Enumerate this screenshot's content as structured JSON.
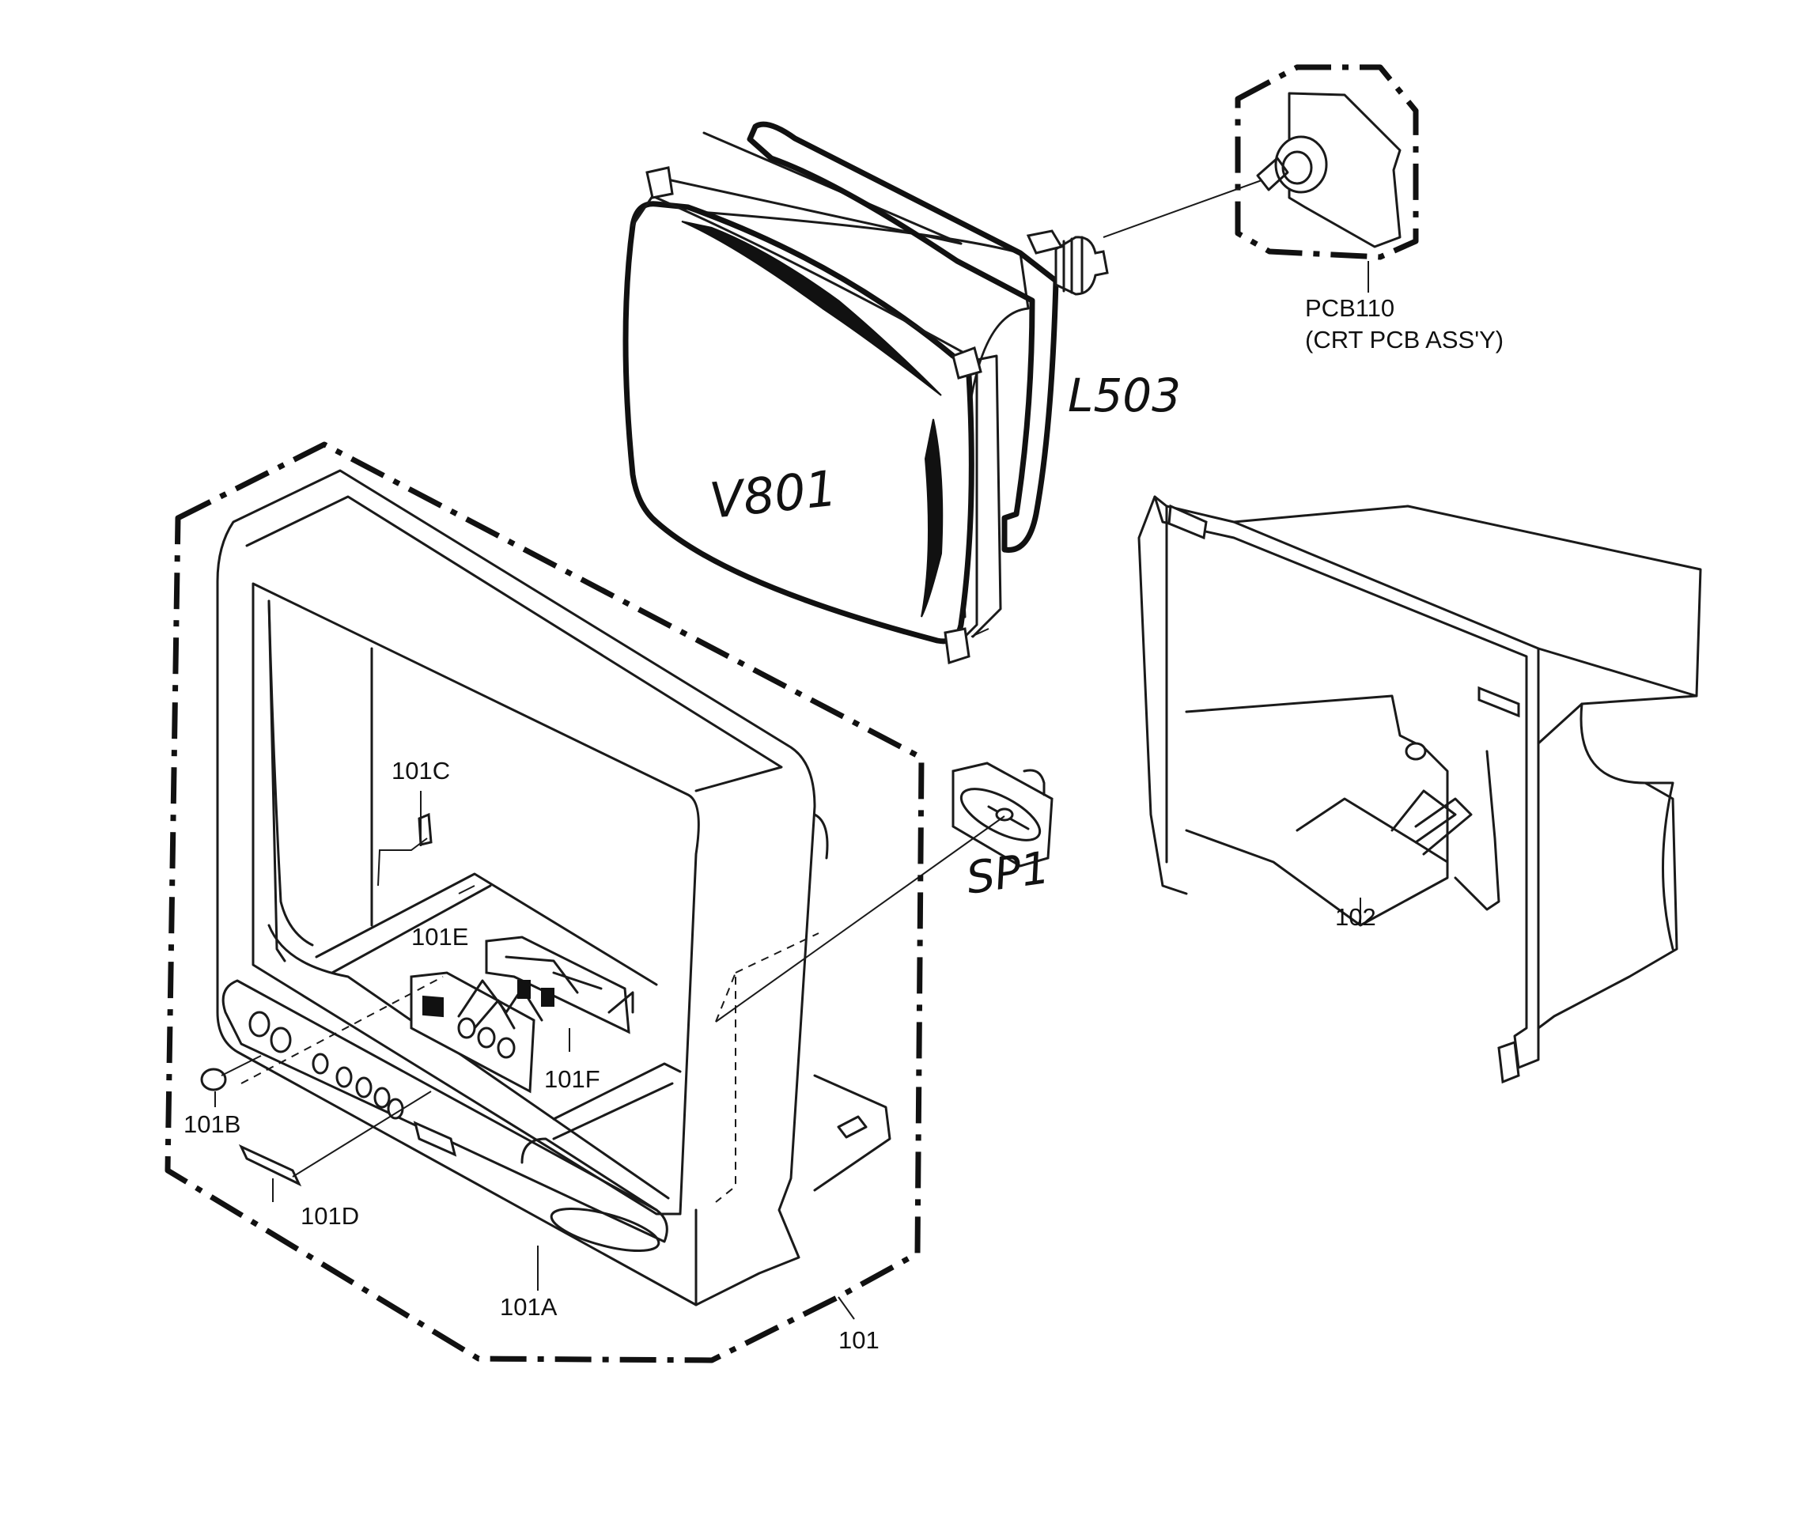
{
  "labels": {
    "pcb110": "PCB110",
    "pcb110_desc": "(CRT PCB ASS'Y)",
    "l503": "L503",
    "v801": "V801",
    "sp1": "SP1",
    "p101": "101",
    "p101a": "101A",
    "p101b": "101B",
    "p101c": "101C",
    "p101d": "101D",
    "p101e": "101E",
    "p101f": "101F",
    "p102": "102"
  }
}
